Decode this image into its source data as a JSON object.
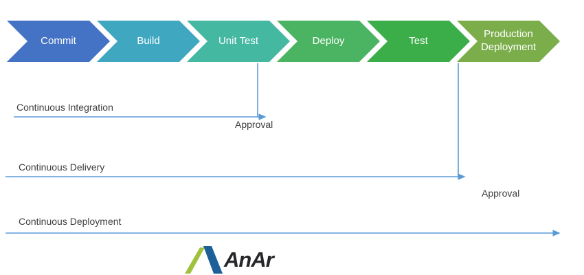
{
  "pipeline": {
    "stages": [
      {
        "label": "Commit",
        "color": "#4472C4"
      },
      {
        "label": "Build",
        "color": "#3FA7BF"
      },
      {
        "label": "Unit Test",
        "color": "#45B8A2"
      },
      {
        "label": "Deploy",
        "color": "#4BB462"
      },
      {
        "label": "Test",
        "color": "#3CAE49"
      },
      {
        "label": "Production Deployment",
        "color": "#7BAE4B"
      }
    ]
  },
  "tracks": {
    "continuous_integration": {
      "label": "Continuous Integration",
      "approval_label": "Approval"
    },
    "continuous_delivery": {
      "label": "Continuous Delivery",
      "approval_label": "Approval"
    },
    "continuous_deployment": {
      "label": "Continuous Deployment"
    }
  },
  "logo": {
    "brand": "AnAr"
  },
  "colors": {
    "line_blue": "#5B9BD5",
    "label_text": "#3D3D3D",
    "logo_green": "#9FC13C",
    "logo_blue": "#1D5F97",
    "logo_text": "#26262B"
  }
}
